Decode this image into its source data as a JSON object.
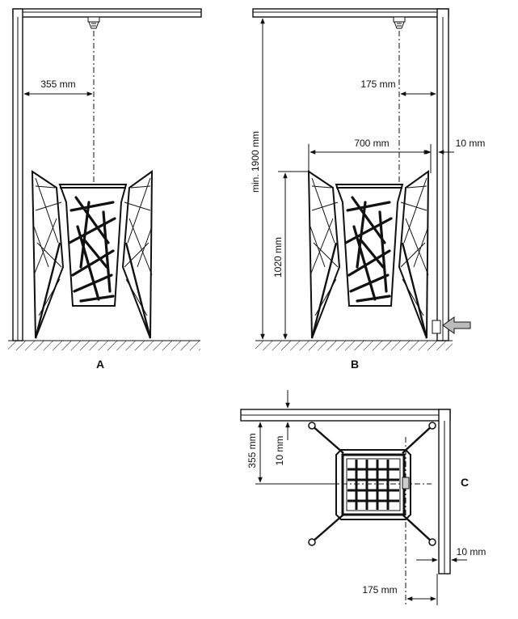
{
  "labels": {
    "panel_a": "A",
    "panel_b": "B",
    "panel_c": "C"
  },
  "dimensions": {
    "a_side_clearance": "355 mm",
    "b_ceiling_clearance": "175 mm",
    "b_heater_width": "700 mm",
    "b_wall_gap": "10 mm",
    "b_min_height": "min. 1900 mm",
    "b_heater_height": "1020 mm",
    "c_side_clearance": "355 mm",
    "c_wall_gap_top": "10 mm",
    "c_wall_gap_right": "10 mm",
    "c_front_clearance": "175 mm"
  }
}
